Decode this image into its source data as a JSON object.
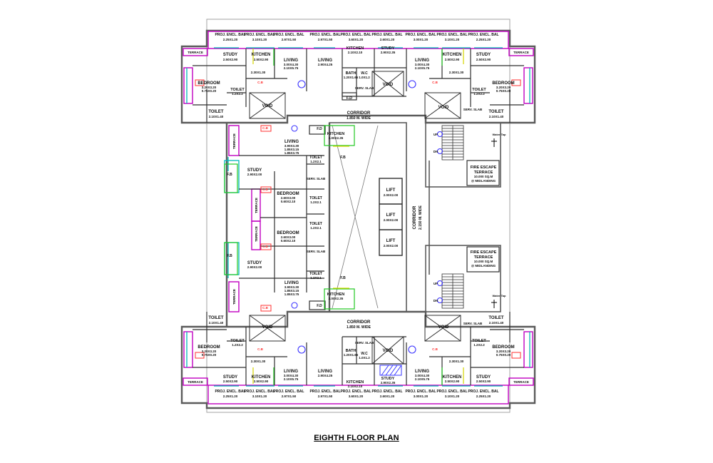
{
  "plan_title": "EIGHTH FLOOR PLAN",
  "colors": {
    "wall": "#5b5b5b",
    "partition": "#2f2f2f",
    "balcony": "#c000c0",
    "window": "#00b8b8",
    "door": "#3a33ff",
    "accent_green": "#22c722",
    "accent_yellow": "#d6d600",
    "cb_red": "#ff3030",
    "shaft_fill": "#3a3aff"
  },
  "symbols": {
    "water_tap": "water-tap-icon",
    "north": "none"
  },
  "labels": {
    "proj_encl_bal": "PROJ. ENCL. BAL",
    "proj_bal_dims": [
      "2.25X1.20",
      "3.10X1.20",
      "2.97X1.50",
      "2.97X1.50",
      "3.60X1.20",
      "2.60X1.20",
      "3.00X1.20",
      "3.10X1.20",
      "2.25X1.20"
    ],
    "study": "STUDY",
    "study_dim_a": "2.50X2.90",
    "study_dim_b": "2.90X2.35",
    "study_dim_c": "2.90X2.00",
    "kitchen": "KITCHEN",
    "kitchen_dim_a": "2.50X2.90",
    "kitchen_dim_b": "2.10X2.10",
    "kitchen_dim_c": "2.00X2.35",
    "living": "LIVING",
    "living_dim_a": "3.00X4.30",
    "living_dim_a2": "2.10X5.75",
    "living_dim_b": "2.90X4.25",
    "living_dim_c1": "3.90X3.30",
    "living_dim_c2": "1.85X3.15",
    "living_dim_c3": "1.85X3.75",
    "bedroom": "BEDROOM",
    "bedroom_dim_a": "3.20X3.20",
    "bedroom_dim_a2": "0.75X0.20",
    "bedroom_dim_b": "2.60X3.00",
    "bedroom_dim_b2": "0.60X2.10",
    "toilet": "TOILET",
    "toilet_dim_a": "2.10X1.40",
    "toilet_dim_b": "1.2X2.2",
    "toilet_dim_c": "1.2X2.1",
    "bath": "BATH",
    "bath_dim": "1.20X1.65",
    "wc": "W.C",
    "wc_dim": "1.0X1.2",
    "void": "VOID",
    "serv_slab": "SERV. SLAB",
    "terrace": "TERRACE",
    "cb": "C.B",
    "fd": "F.D",
    "fb": "F.B",
    "passage_dim": "2.30X1.30",
    "corridor": "CORRIDOR",
    "corridor_width_a": "1.850 M. WIDE",
    "corridor_width_b": "2.150 M. WIDE",
    "lift": "LIFT",
    "lift_dim": "2.00X2.00",
    "fire_escape_1": "FIRE ESCAPE",
    "fire_escape_2": "TERRACE",
    "fire_escape_3": "10.000 SQ.M",
    "fire_escape_4": "@ MIDLANDING",
    "water_tap": "Water Tap",
    "up": "UP",
    "dn": "DN"
  }
}
